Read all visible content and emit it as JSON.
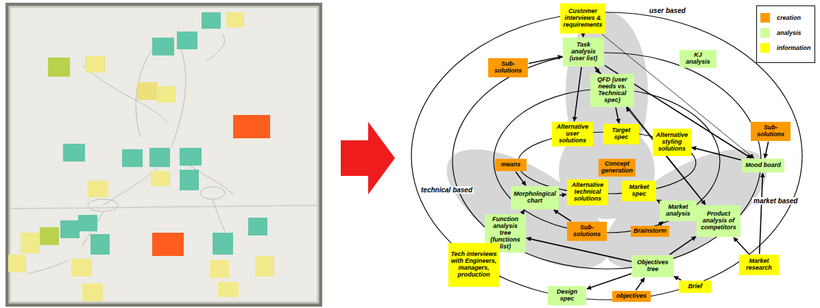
{
  "diagram": {
    "nodes": [
      {
        "text": [
          "Customer interviews & requirements"
        ]
      },
      {
        "text": [
          "Task analysis (user list)"
        ]
      },
      {
        "text": [
          "KJ analysis"
        ]
      },
      {
        "text": [
          "Sub-solutions"
        ]
      },
      {
        "text": [
          "QFD (user needs vs. Technical spec)"
        ]
      },
      {
        "text": [
          "Sub-solutions"
        ]
      },
      {
        "text": [
          "Alternative user solutions"
        ]
      },
      {
        "text": [
          "Target spec"
        ]
      },
      {
        "text": [
          "Alternative styling solutions"
        ]
      },
      {
        "text": [
          "means"
        ]
      },
      {
        "text": [
          "Concept generation"
        ]
      },
      {
        "text": [
          "Mood board"
        ]
      },
      {
        "text": [
          "Alternative technical solutions"
        ]
      },
      {
        "text": [
          "Market spec"
        ]
      },
      {
        "text": [
          "Morphological chart"
        ]
      },
      {
        "text": [
          "Market analysis"
        ]
      },
      {
        "text": [
          "Product analysis of competitors"
        ]
      },
      {
        "text": [
          "Function analysis tree (functions list)"
        ]
      },
      {
        "text": [
          "Sub-solutions"
        ]
      },
      {
        "text": [
          "Brainstorm"
        ]
      },
      {
        "text": [
          "Tech interviews with Engineers, managers, production"
        ]
      },
      {
        "text": [
          "Market research"
        ]
      },
      {
        "text": [
          "Objectives tree"
        ]
      },
      {
        "text": [
          "Brief"
        ]
      },
      {
        "text": [
          "Design spec"
        ]
      },
      {
        "text": [
          "objectives"
        ]
      }
    ],
    "edges": [
      {
        "from": 0,
        "to": 1,
        "arrow": "to"
      },
      {
        "from": 3,
        "to": 1,
        "arrow": "to"
      },
      {
        "from": 1,
        "to": 4,
        "arrow": "to"
      },
      {
        "from": 1,
        "to": 6,
        "arrow": "to"
      },
      {
        "from": 1,
        "to": 11,
        "arrow": "to"
      },
      {
        "from": 1,
        "to": 16,
        "arrow": "to"
      },
      {
        "from": 0,
        "to": 11,
        "arrow": "to"
      },
      {
        "from": 4,
        "to": 7,
        "arrow": "to"
      },
      {
        "from": 16,
        "to": 4,
        "arrow": "to"
      },
      {
        "from": 11,
        "to": 8,
        "arrow": "to"
      },
      {
        "from": 5,
        "to": 11,
        "arrow": "to"
      },
      {
        "from": 21,
        "to": 11,
        "arrow": "to"
      },
      {
        "from": 21,
        "to": 16,
        "arrow": "to"
      },
      {
        "from": 16,
        "to": 15,
        "arrow": "to"
      },
      {
        "from": 15,
        "to": 13,
        "arrow": "to"
      },
      {
        "from": 19,
        "to": 15,
        "arrow": "to"
      },
      {
        "from": 22,
        "to": 16,
        "arrow": "to"
      },
      {
        "from": 22,
        "to": 17,
        "arrow": "to"
      },
      {
        "from": 22,
        "to": 24,
        "arrow": "to"
      },
      {
        "from": 25,
        "to": 22,
        "arrow": "to"
      },
      {
        "from": 23,
        "to": 22,
        "arrow": "to"
      },
      {
        "from": 17,
        "to": 14,
        "arrow": "to"
      },
      {
        "from": 20,
        "to": 17,
        "arrow": "to"
      },
      {
        "from": 9,
        "to": 14,
        "arrow": "to"
      },
      {
        "from": 18,
        "to": 14,
        "arrow": "to"
      },
      {
        "from": 14,
        "to": 12,
        "arrow": "to"
      }
    ],
    "labels": [
      "user based",
      "technical based",
      "market based"
    ],
    "legend": [
      {
        "text": "creation",
        "color": "#ff9900"
      },
      {
        "text": "analysis",
        "color": "#ccff99"
      },
      {
        "text": "information",
        "color": "#ffff00"
      }
    ]
  }
}
